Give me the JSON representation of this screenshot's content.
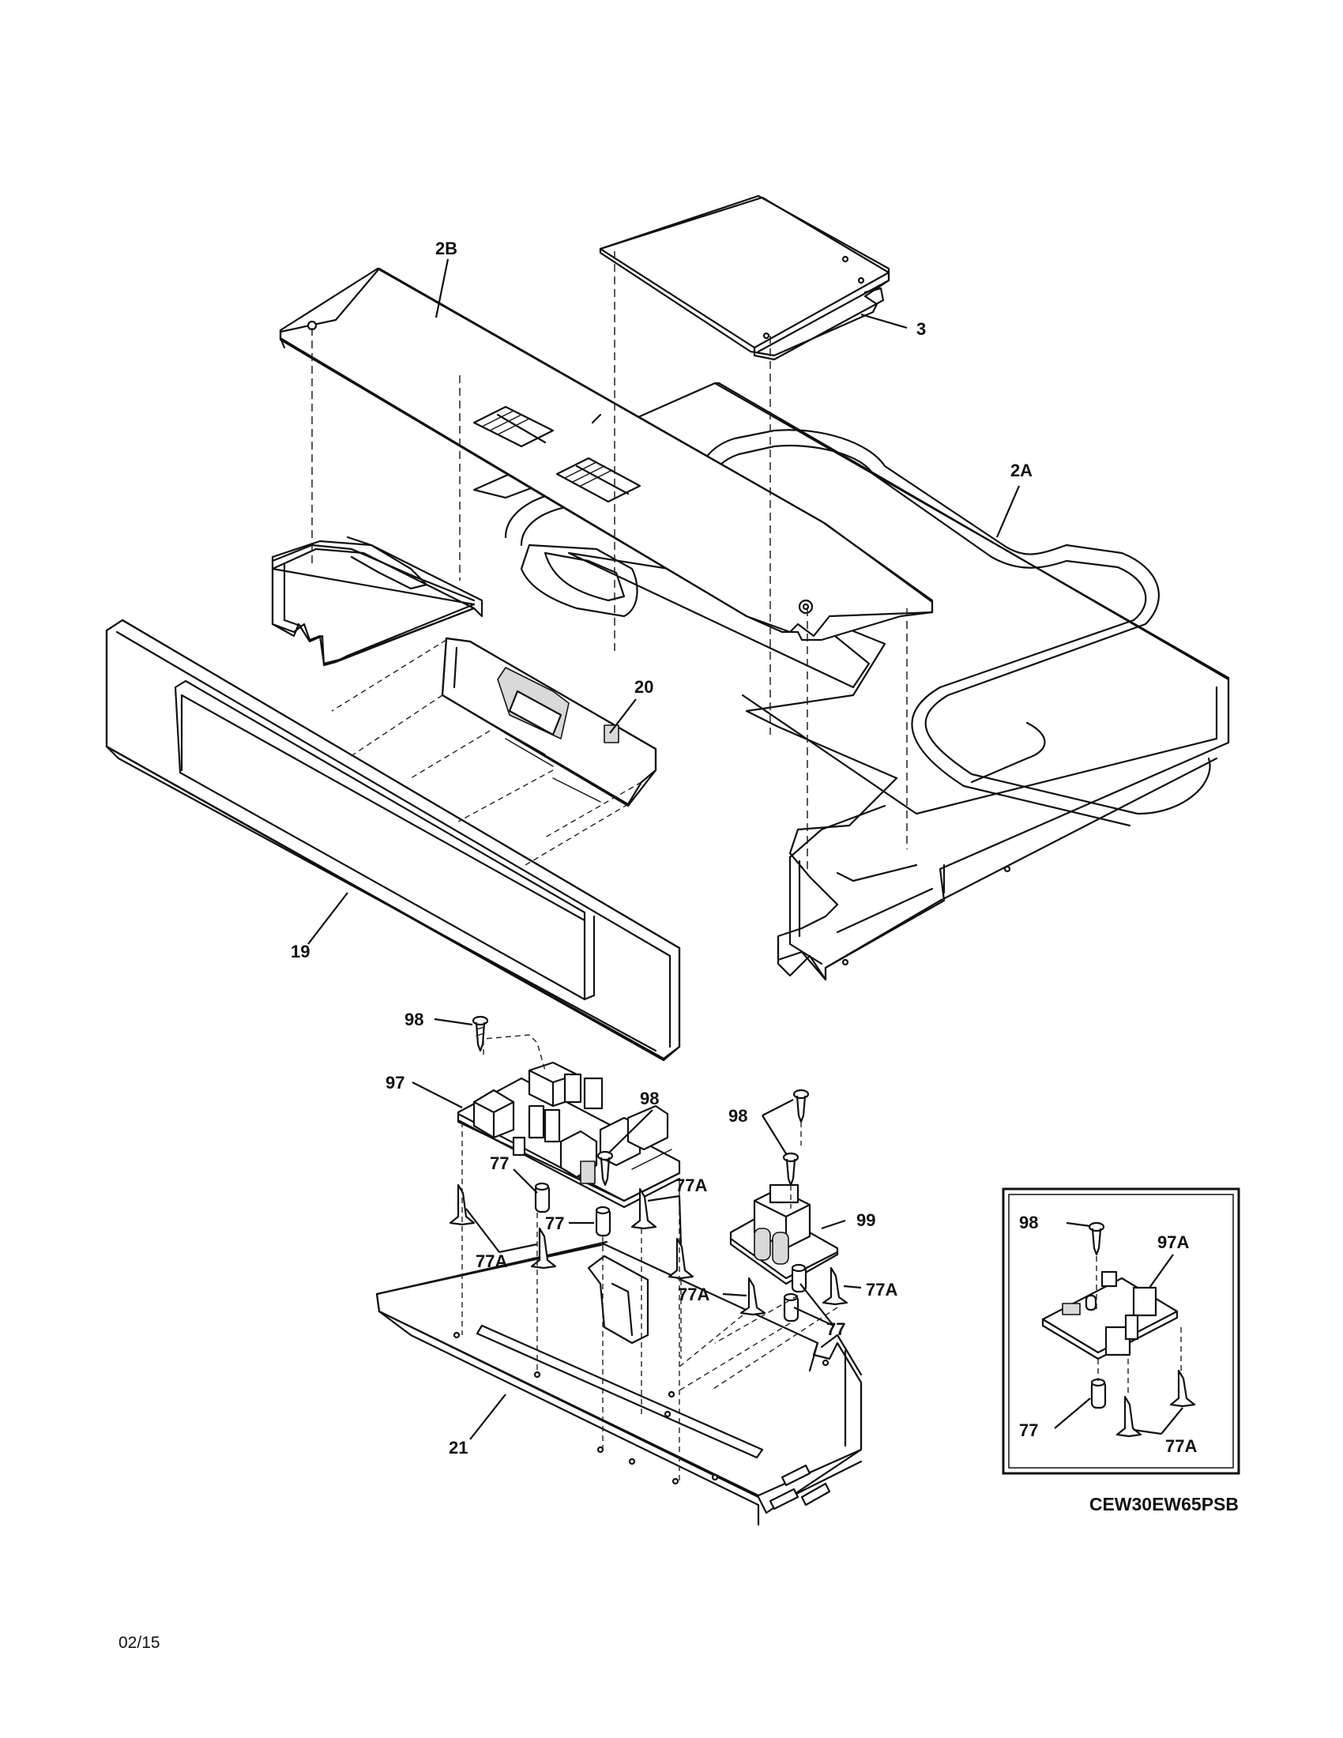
{
  "callouts": {
    "c_2b": "2B",
    "c_3": "3",
    "c_2a": "2A",
    "c_20": "20",
    "c_19": "19",
    "c_98_top": "98",
    "c_97": "97",
    "c_98_mid": "98",
    "c_98_right": "98",
    "c_77_a": "77",
    "c_77a_a": "77A",
    "c_77_b": "77",
    "c_77a_b": "77A",
    "c_99": "99",
    "c_77a_c": "77A",
    "c_77a_d": "77A",
    "c_77_c": "77",
    "c_21": "21",
    "inset_98": "98",
    "inset_97a": "97A",
    "inset_77": "77",
    "inset_77a": "77A"
  },
  "model_number": "CEW30EW65PSB",
  "date_code": "02/15"
}
